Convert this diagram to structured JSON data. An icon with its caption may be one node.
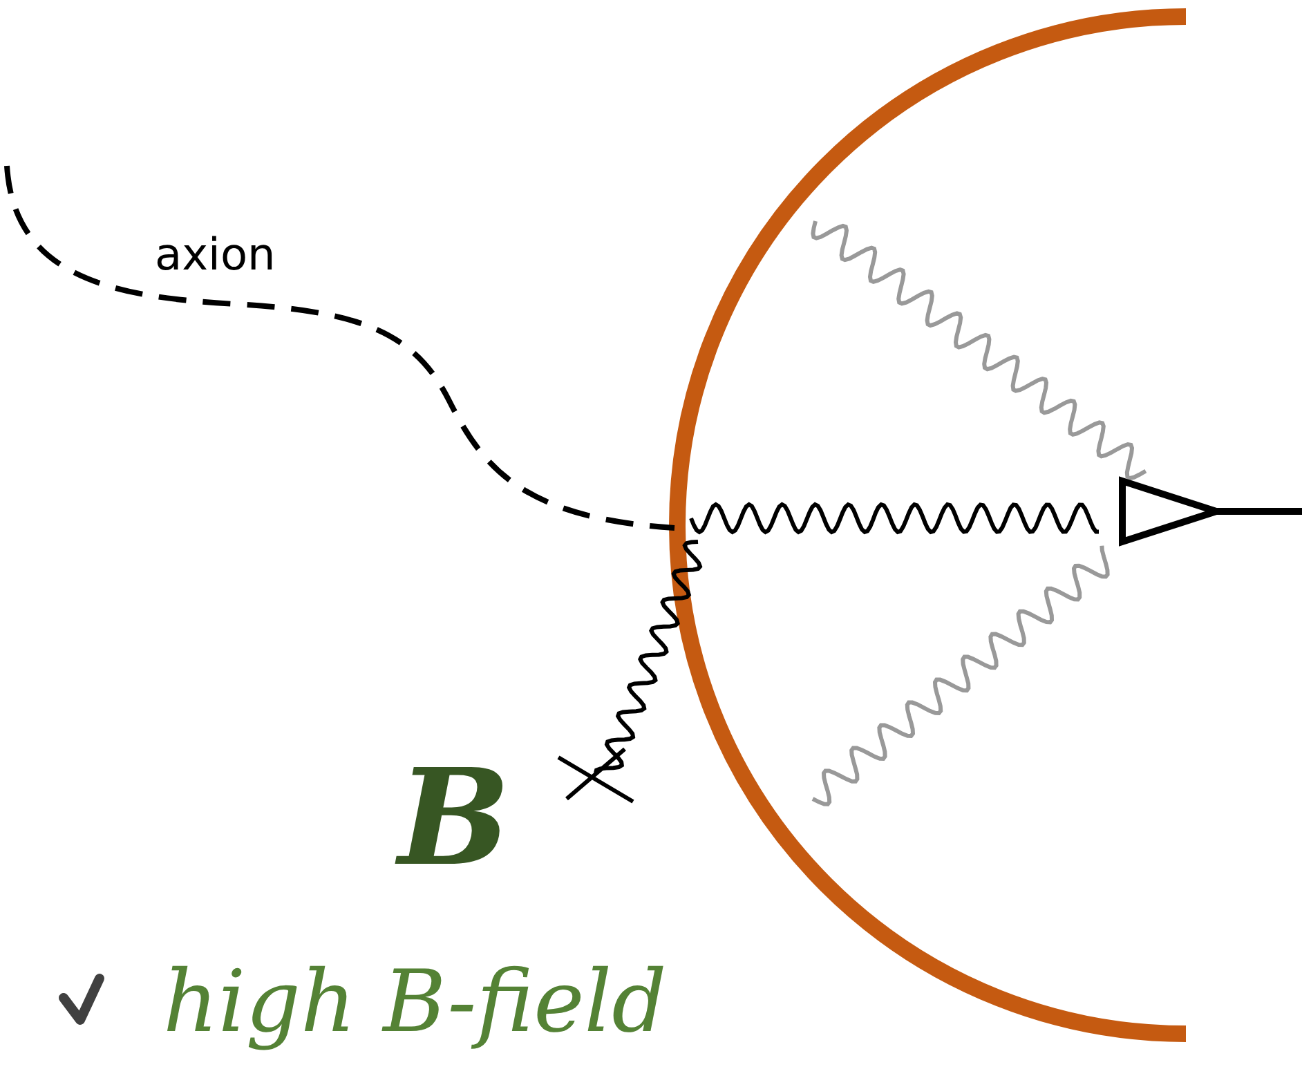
{
  "diagram": {
    "labels": [
      "axion",
      "B",
      "high B-field"
    ]
  }
}
